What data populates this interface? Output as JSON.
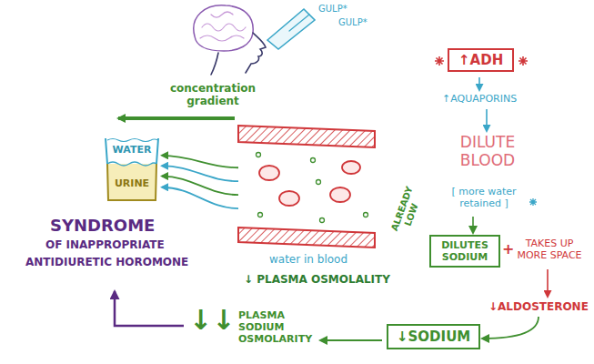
{
  "diagram": {
    "nodes": [
      {
        "text": [
          "↑ADH"
        ]
      },
      {
        "text": [
          "WATER",
          "URINE"
        ]
      },
      {
        "text": [
          "water in blood"
        ]
      },
      {
        "text": [
          "DILUTES SODIUM"
        ]
      },
      {
        "text": [
          "↓SODIUM"
        ]
      }
    ],
    "edges": [
      {
        "from": 2,
        "to": 1,
        "arrow": "to"
      },
      {
        "from": 2,
        "to": 1,
        "arrow": "to"
      },
      {
        "from": 2,
        "to": 1,
        "arrow": "to"
      },
      {
        "from": 2,
        "to": 1,
        "arrow": "to"
      }
    ],
    "labels": [
      "GULP*",
      "GULP*",
      "concentration gradient",
      "↑AQUAPORINS",
      "DILUTE BLOOD",
      "[ more water retained ]",
      "ALREADY LOW",
      "+",
      "TAKES UP MORE SPACE",
      "↓ALDOSTERONE",
      "SYNDROME",
      "OF INAPPROPRIATE",
      "ANTIDIURETIC HOROMONE",
      "↓ PLASMA OSMOLALITY",
      "↓↓",
      "PLASMA SODIUM OSMOLARITY"
    ]
  }
}
